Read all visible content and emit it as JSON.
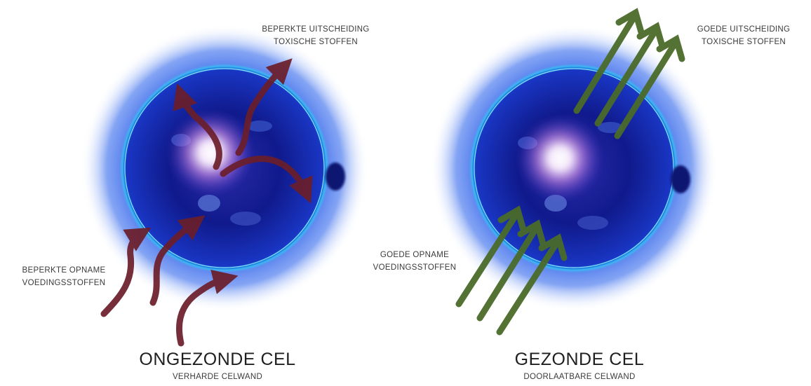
{
  "left_cell": {
    "title": "ONGEZONDE CEL",
    "subtitle": "VERHARDE CELWAND",
    "intake_label_line1": "BEPERKTE OPNAME",
    "intake_label_line2": "VOEDINGSSTOFFEN",
    "excretion_label_line1": "BEPERKTE UITSCHEIDING",
    "excretion_label_line2": "TOXISCHE STOFFEN",
    "arrow_color": "#6b1e2a"
  },
  "right_cell": {
    "title": "GEZONDE CEL",
    "subtitle": "DOORLAATBARE CELWAND",
    "intake_label_line1": "GOEDE OPNAME",
    "intake_label_line2": "VOEDINGSSTOFFEN",
    "excretion_label_line1": "GOEDE UITSCHEIDING",
    "excretion_label_line2": "TOXISCHE STOFFEN",
    "arrow_color": "#4a6b2a"
  },
  "colors": {
    "halo": "#2f5fe0",
    "membrane": "#33c8f5",
    "cytoplasm": "#0d1a8a",
    "nucleus_glow": "#ffffff"
  }
}
